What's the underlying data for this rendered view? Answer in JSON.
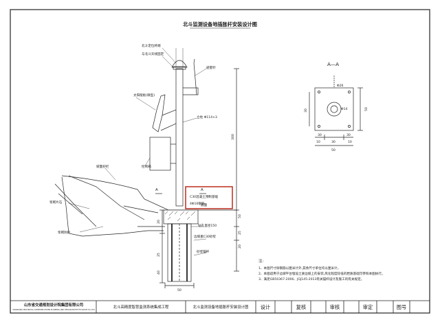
{
  "drawing": {
    "title": "北斗监测设备地插胀杆安装设计图",
    "section_label": "A—A",
    "callouts": {
      "beidou_antenna": "北斗定位终端",
      "fixed_antenna": "与北斗天线固定",
      "antenna_right": "避雷针",
      "solar_panel": "太阳能板(微型)",
      "upright_pole": "立柱 Φ114×3",
      "control_box": "控制箱",
      "slope_edge": "坡面护栏",
      "slope_stone": "浆砌片石",
      "protect_stone": "浆砌防护",
      "section_a_left": "A",
      "section_a_right": "A",
      "foundation_mark": "底面",
      "concrete": "C30混凝土预制基础",
      "rebar": "4Φ16钢筋",
      "embed_note": "钻孔直径150",
      "mortar": "边坡素C30砂浆",
      "anchor": "砂浆锚杆"
    },
    "dims": {
      "height_total": "300",
      "dim_50": "50",
      "dim_25": "25",
      "dim_20_right": "20",
      "dim_20b": "20",
      "dim_25b": "25",
      "dim_40": "40",
      "dim_50_bottom": "50",
      "sec_30a": "30",
      "sec_30b": "30",
      "sec_26": "Φ26",
      "sec_14": "Φ14",
      "sec_50_right": "50",
      "sec_30_left": "30",
      "sec_50_bottom": "50",
      "sec_10a": "10",
      "sec_10b": "10",
      "sec_30_mid": "30"
    },
    "notes": {
      "header": "注:",
      "lines": [
        "1、本图尺寸除钢筋以厘米计外,其余尺寸单位均以厘米计。",
        "2、本图适用于边坡平台埋设土质边坡上的安装,风化程度较低的岩质基础可参照本图执行。",
        "3、满足GB50367-2006、JGJ145-2013有关锚杆设计及施工的有关规定。"
      ]
    }
  },
  "title_block": {
    "company": "山东省交通规划设计院集团有限公司",
    "company_en": "SHANDONG PROVINCIAL COMMUNICATIONS PLANNING AND DESIGN INSTITUTE GROUP CO.,LTD",
    "project": "北斗高精度智慧监测系统集成工程",
    "drawing_name": "北斗监测设备地插胀杆安装设计图",
    "design": "设计",
    "check": "复核",
    "review": "审核",
    "approve": "审定",
    "drawing_no": "图号"
  },
  "colors": {
    "line": "#222222",
    "highlight": "#c0392b"
  }
}
